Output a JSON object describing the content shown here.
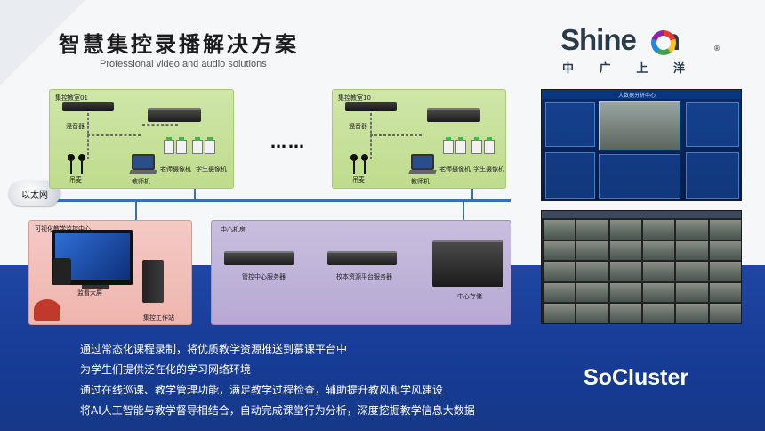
{
  "slide": {
    "title": "智慧集控录播解决方案",
    "subtitle": "Professional video and audio solutions"
  },
  "logo": {
    "wordmark_left": "Shine",
    "wordmark_right": "n",
    "registered": "®",
    "chinese": [
      "中",
      "广",
      "上",
      "洋"
    ]
  },
  "diagram": {
    "network_label": "以太网",
    "ellipsis": "……",
    "classroom_1": {
      "title": "集控教室01",
      "mixer_label": "混音器",
      "mic_label": "吊麦",
      "teacher_cam_label": "老师摄像机",
      "student_cam_label": "学生摄像机",
      "teacher_pc_label": "教师机"
    },
    "classroom_10": {
      "title": "集控教室10",
      "mixer_label": "混音器",
      "mic_label": "吊麦",
      "teacher_cam_label": "老师摄像机",
      "student_cam_label": "学生摄像机",
      "teacher_pc_label": "教师机"
    },
    "monitor_center": {
      "title": "可视化教学监控中心",
      "screen_label": "监看大屏",
      "workstation_label": "集控工作站"
    },
    "data_center": {
      "title": "中心机房",
      "management_server_label": "管控中心服务器",
      "resource_server_label": "校本资源平台服务器",
      "storage_label": "中心存储"
    }
  },
  "screenshots": {
    "dashboard_title": "大数据分析中心"
  },
  "description": [
    "通过常态化课程录制，将优质教学资源推送到慕课平台中",
    "为学生们提供泛在化的学习网络环境",
    "通过在线巡课、教学管理功能，满足教学过程检查，辅助提升教风和学风建设",
    "将AI人工智能与教学督导相结合，自动完成课堂行为分析，深度挖掘教学信息大数据"
  ],
  "brand": "SoCluster",
  "colors": {
    "bottom_band": "#1f46a3",
    "network_line": "#3a6fb8",
    "classroom_panel": "#c6e19a",
    "monitor_panel": "#f2c0ba",
    "datacenter_panel": "#c0b3d9"
  }
}
